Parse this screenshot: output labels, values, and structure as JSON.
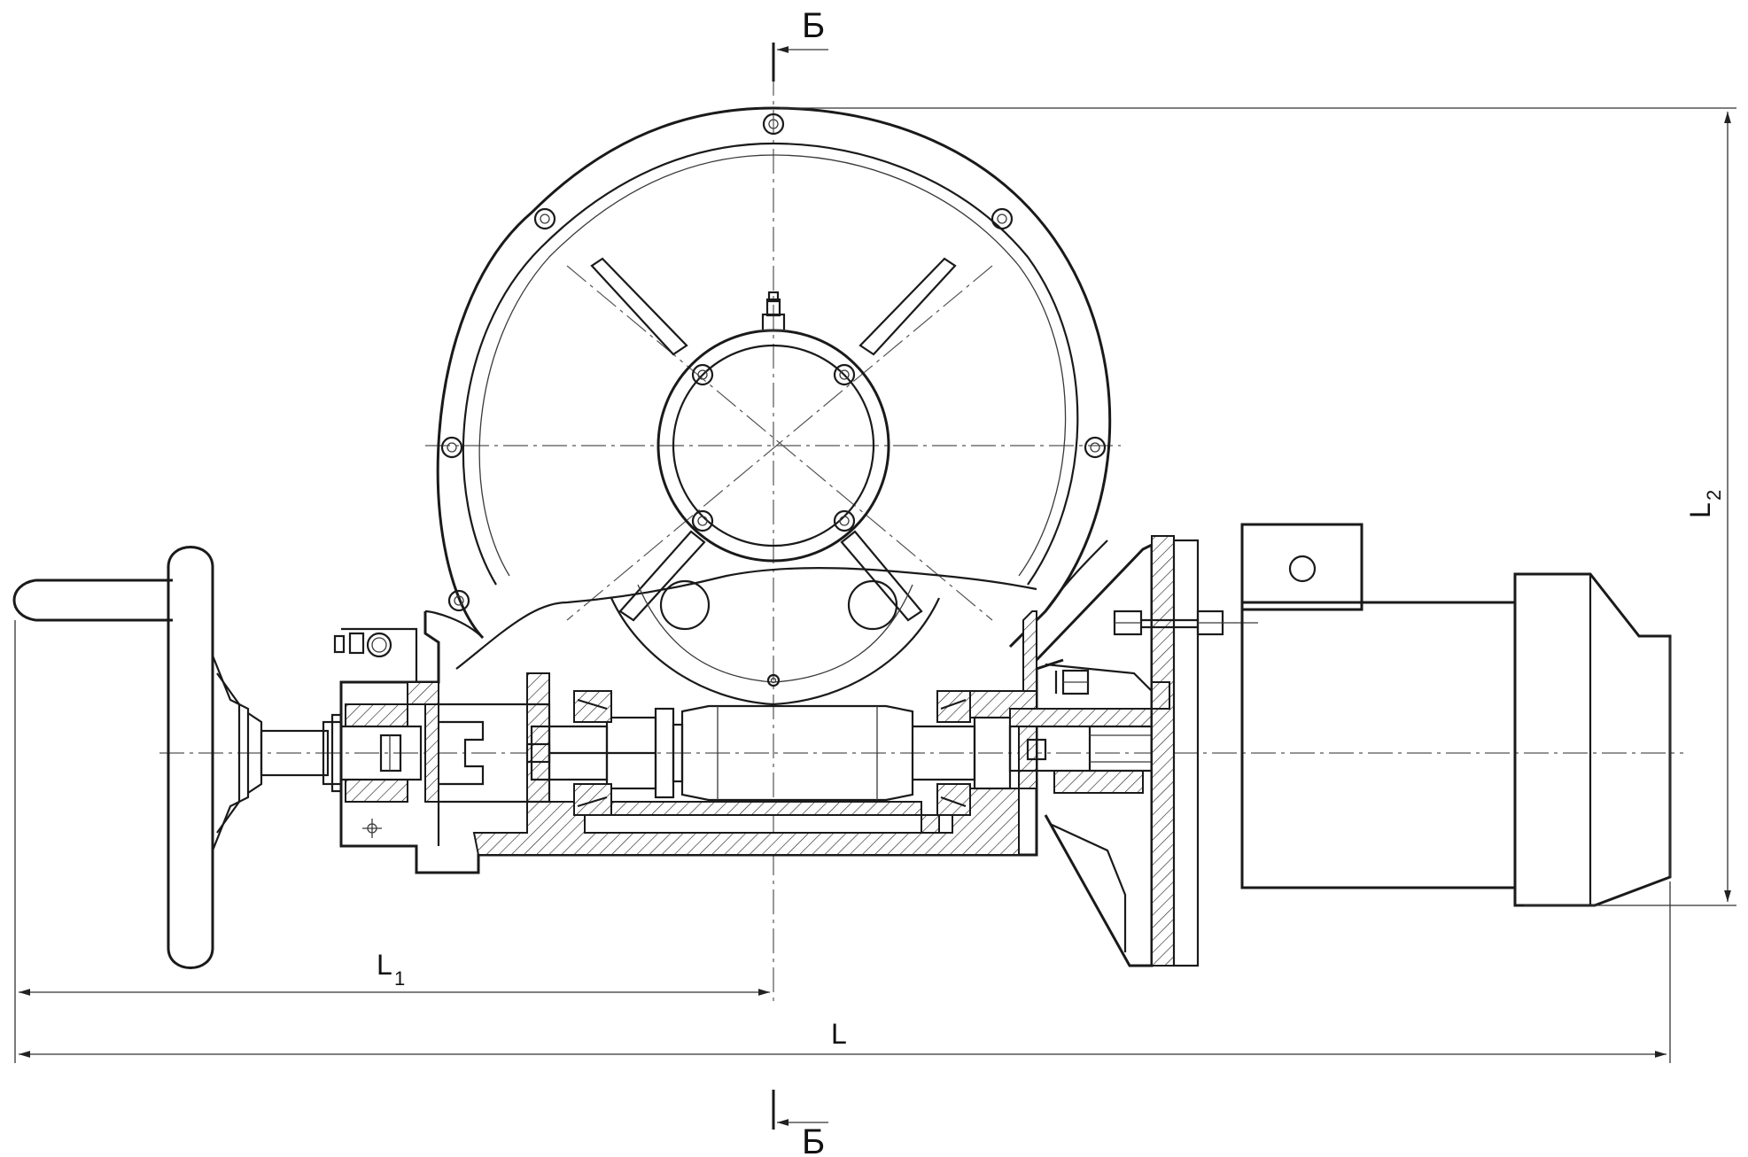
{
  "drawing": {
    "section_marker": "Б",
    "dimensions": {
      "overall_length": "L",
      "length_1": {
        "letter": "L",
        "subscript": "1"
      },
      "length_2": {
        "letter": "L",
        "subscript": "2"
      }
    }
  },
  "colors": {
    "ink": "#1a1a1a",
    "background": "#ffffff"
  }
}
